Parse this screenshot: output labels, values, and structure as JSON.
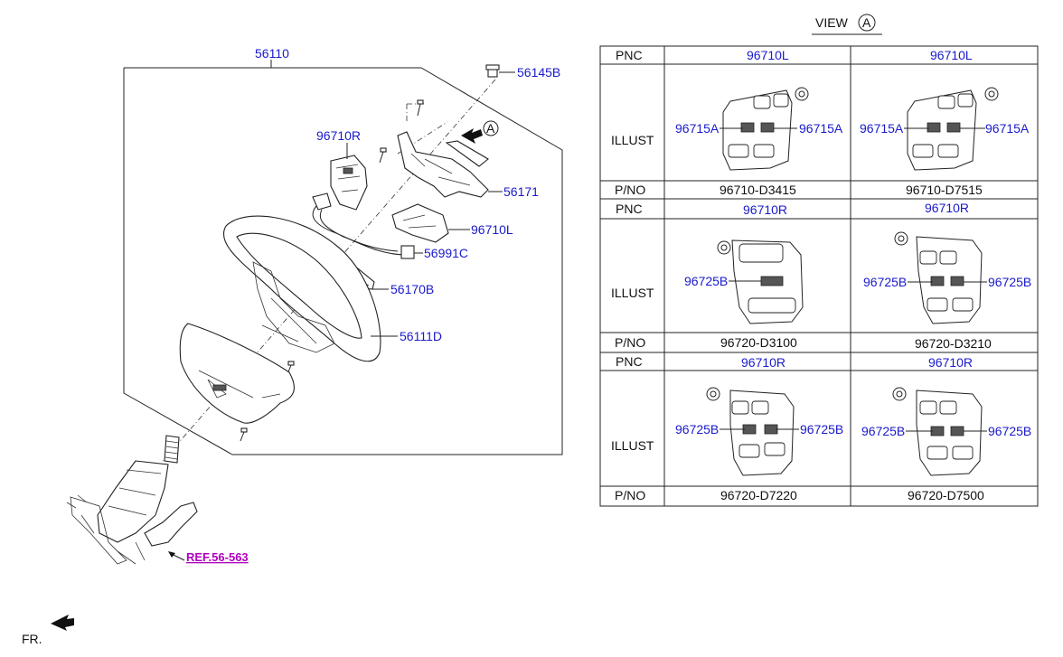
{
  "callouts": {
    "c56110": "56110",
    "c56145B": "56145B",
    "c96710R": "96710R",
    "c56171": "56171",
    "c96710L": "96710L",
    "c56991C": "56991C",
    "c56170B": "56170B",
    "c56111D": "56111D",
    "view_marker": "A",
    "ref": "REF.56-563",
    "fr": "FR."
  },
  "view_title": {
    "text": "VIEW",
    "circle": "A"
  },
  "table": {
    "blocks": [
      {
        "pnc_label": "PNC",
        "illust_label": "ILLUST",
        "pno_label": "P/NO",
        "cols": [
          {
            "pnc": "96710L",
            "left_callout": "96715A",
            "right_callout": "96715A",
            "pno": "96710-D3415"
          },
          {
            "pnc": "96710L",
            "left_callout": "96715A",
            "right_callout": "96715A",
            "pno": "96710-D7515"
          }
        ]
      },
      {
        "pnc_label": "PNC",
        "illust_label": "ILLUST",
        "pno_label": "P/NO",
        "cols": [
          {
            "pnc": "96710R",
            "left_callout": "96725B",
            "right_callout": "",
            "pno": "96720-D3100"
          },
          {
            "pnc": "96710R",
            "left_callout": "96725B",
            "right_callout": "96725B",
            "pno": "96720-D3210"
          }
        ]
      },
      {
        "pnc_label": "PNC",
        "illust_label": "ILLUST",
        "pno_label": "P/NO",
        "cols": [
          {
            "pnc": "96710R",
            "left_callout": "96725B",
            "right_callout": "96725B",
            "pno": "96720-D7220"
          },
          {
            "pnc": "96710R",
            "left_callout": "96725B",
            "right_callout": "96725B",
            "pno": "96720-D7500"
          }
        ]
      }
    ]
  }
}
